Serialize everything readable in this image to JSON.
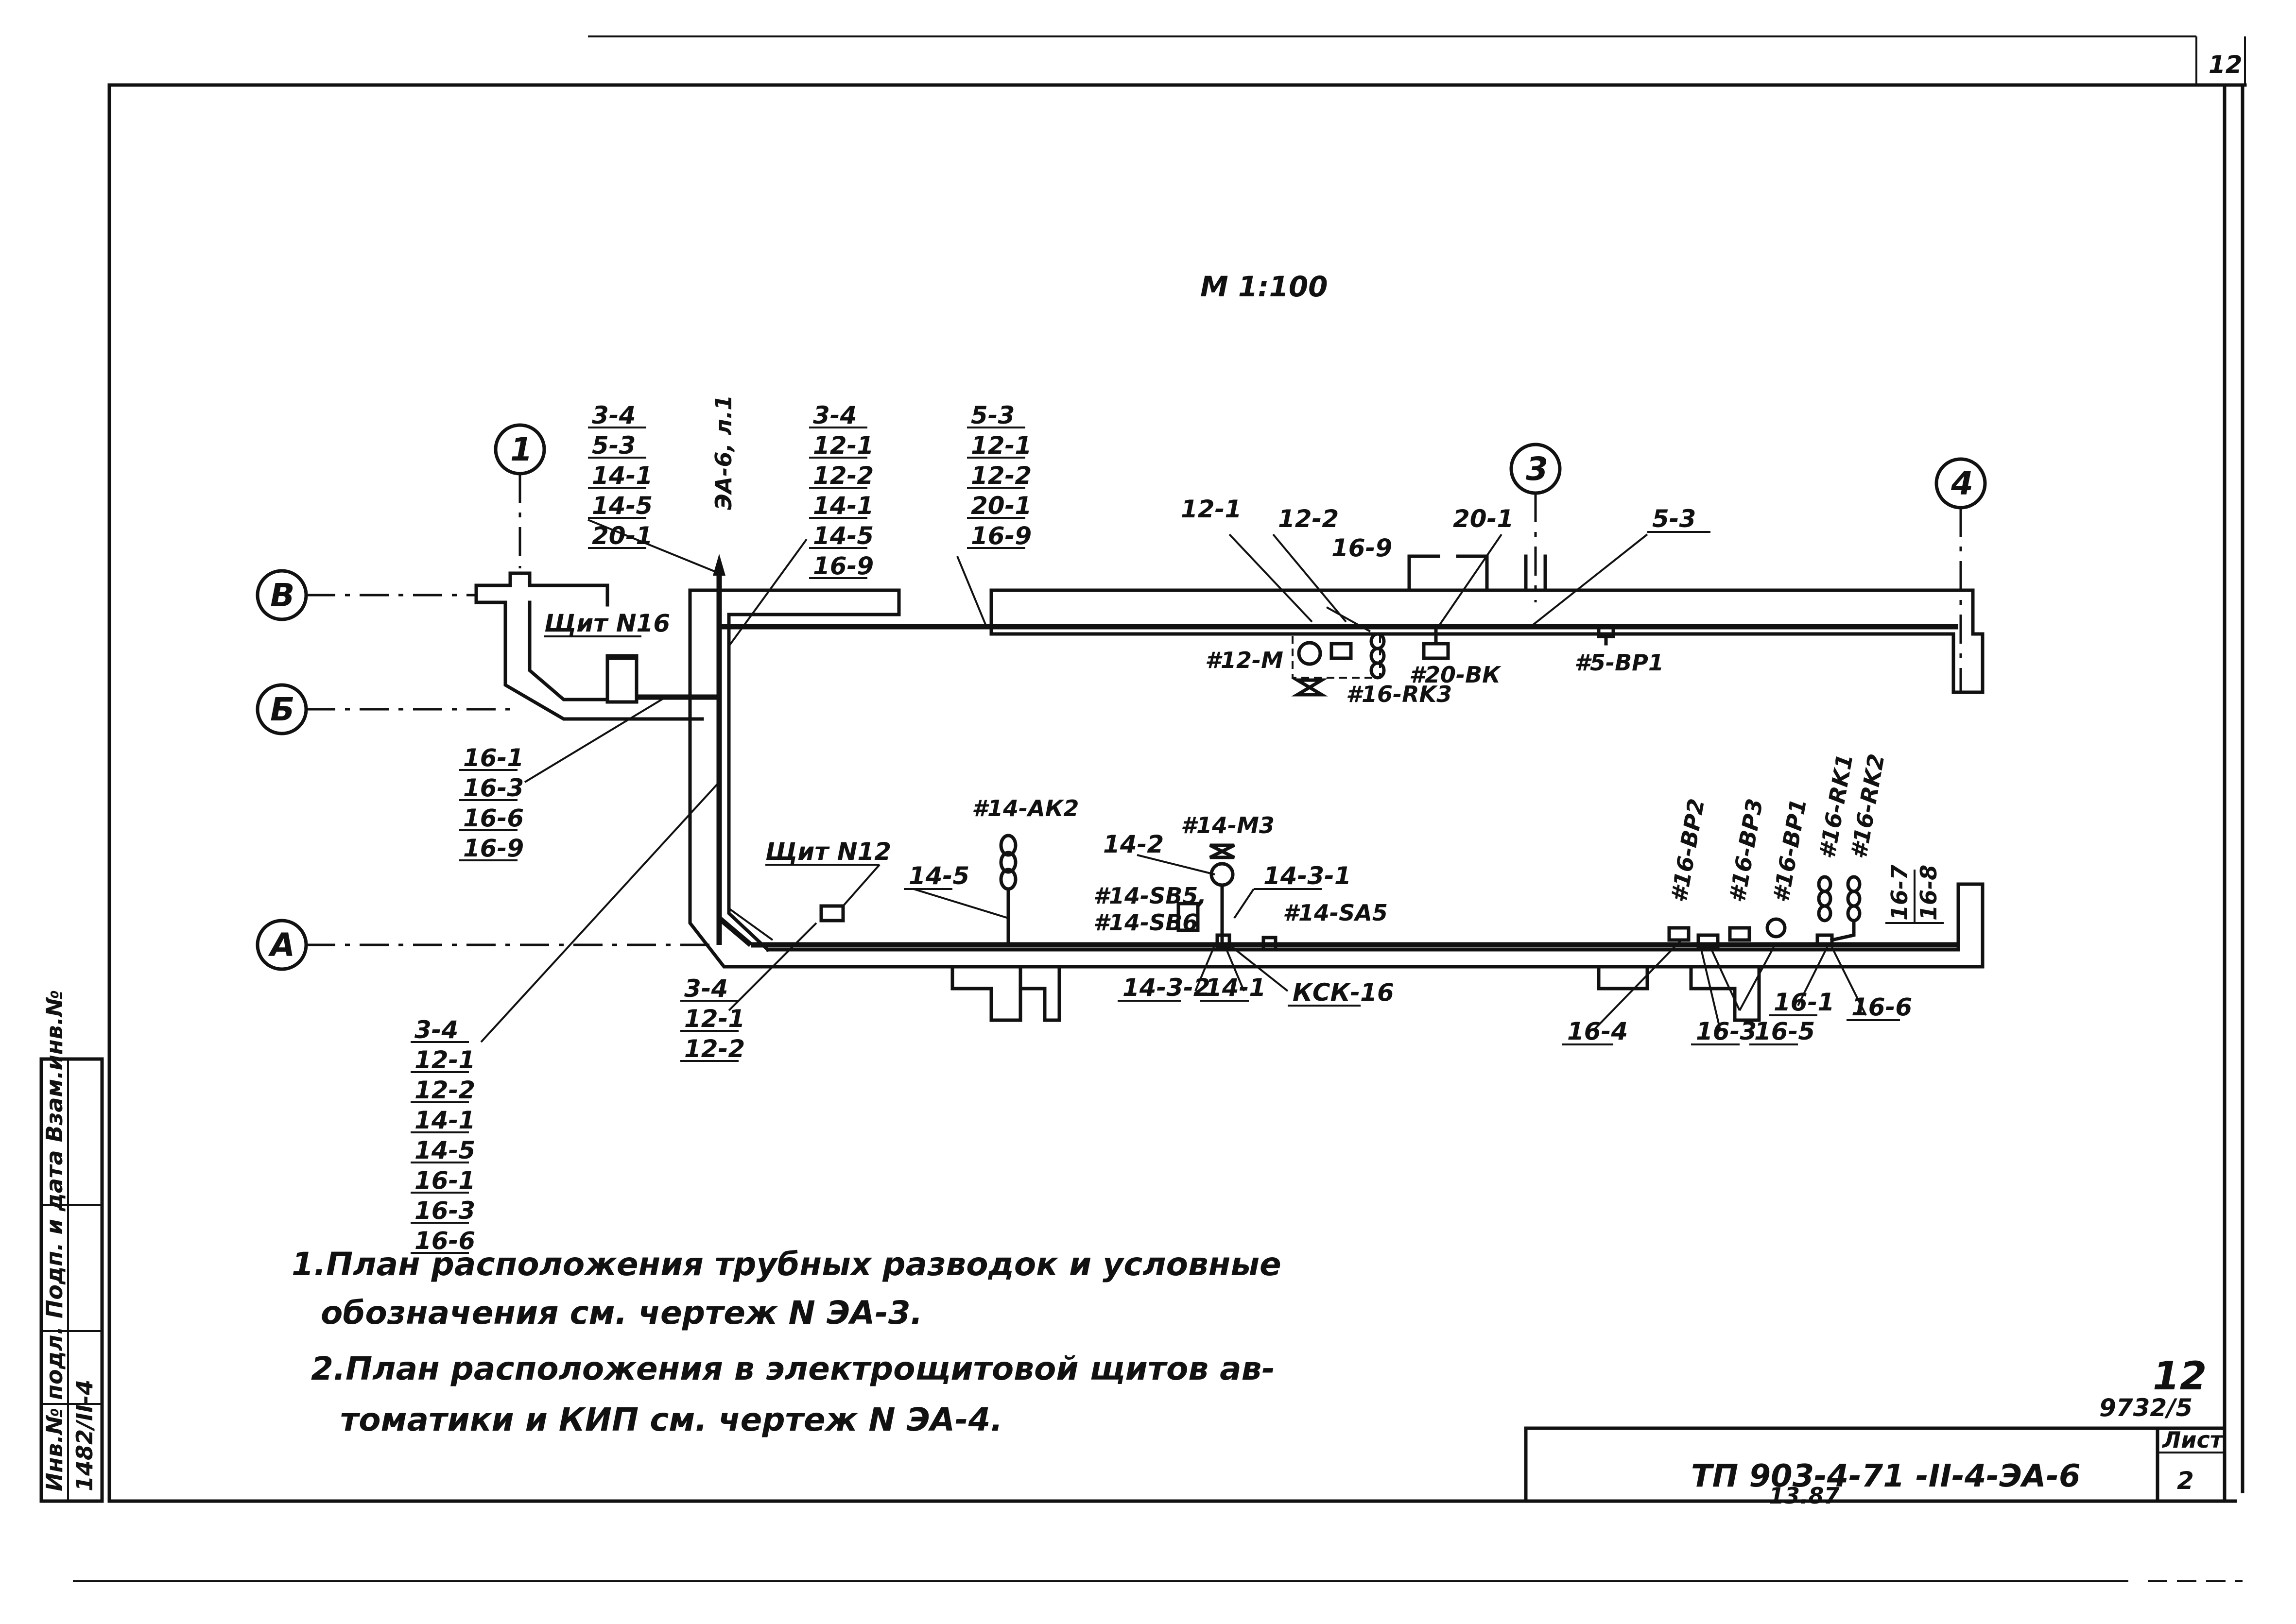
{
  "sheet": {
    "corner_number": "12",
    "scale": "М 1:100",
    "sheet_number": "12",
    "archive_number": "9732/5",
    "designation": "ТП 903-4-71 -II-4-ЭА-6",
    "subcode": "13.87",
    "sheet_label": "Лист",
    "sheet_value": "2",
    "side_stamp_label": "Инв.№ подл. Подп. и дата Взам.инв.№",
    "side_stamp_value": "1482/II-4"
  },
  "axes": {
    "a1": "1",
    "a3": "3",
    "a4": "4",
    "aV": "В",
    "aB": "Б",
    "aA": "А"
  },
  "panels": {
    "p16": "Щит N16",
    "p12": "Щит N12"
  },
  "riser": "ЭА-6, л.1",
  "stacks": {
    "s1": [
      "3-4",
      "5-3",
      "14-1",
      "14-5",
      "20-1"
    ],
    "s2": [
      "3-4",
      "12-1",
      "12-2",
      "14-1",
      "14-5",
      "16-9"
    ],
    "s3": [
      "5-3",
      "12-1",
      "12-2",
      "20-1",
      "16-9"
    ],
    "s4": [
      "16-1",
      "16-3",
      "16-6",
      "16-9"
    ],
    "s5": [
      "3-4",
      "12-1",
      "12-2",
      "14-1",
      "14-5",
      "16-1",
      "16-3",
      "16-6"
    ],
    "s6": [
      "3-4",
      "12-1",
      "12-2"
    ]
  },
  "labels": {
    "l12_1": "12-1",
    "l12_2": "12-2",
    "l16_9": "16-9",
    "l20_1": "20-1",
    "l5_3": "5-3",
    "d12m": "#12-М",
    "d16rk3": "#16-RK3",
    "d20bk": "#20-ВК",
    "d5bp1": "#5-ВР1",
    "d14ak2": "#14-АК2",
    "d14m3": "#14-М3",
    "l14_2": "14-2",
    "l14_3_1": "14-3-1",
    "d14sb5": "#14-SB5,",
    "d14sb6": "#14-SB6",
    "d14sa5": "#14-SA5",
    "l14_5": "14-5",
    "l14_3_2": "14-3-2",
    "l14_1": "14-1",
    "kck": "КСК-16",
    "d16bp2": "#16-ВР2",
    "d16bp3": "#16-ВР3",
    "d16bp1": "#16-ВР1",
    "d16rk1": "#16-RK1",
    "d16rk2": "#16-RK2",
    "l16_7": "16-7",
    "l16_8": "16-8",
    "l16_4": "16-4",
    "l16_3": "16-3",
    "l16_5": "16-5",
    "l16_1": "16-1",
    "l16_6": "16-6"
  },
  "notes": {
    "n1a": "1.План расположения трубных разводок и условные",
    "n1b": "обозначения см. чертеж N ЭА-3.",
    "n2a": "2.План расположения в электрощитовой щитов ав-",
    "n2b": "томатики и КИП см. чертеж N ЭА-4."
  }
}
